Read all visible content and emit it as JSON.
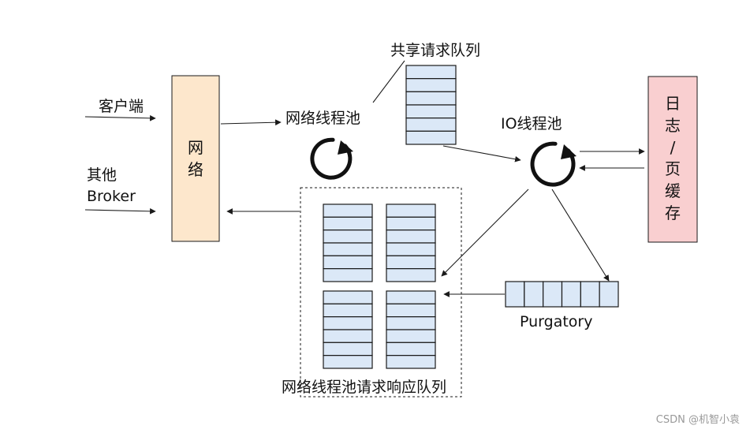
{
  "labels": {
    "client": "客户端",
    "other": "其他",
    "broker": "Broker",
    "network_block": [
      "网",
      "络"
    ],
    "shared_queue": "共享请求队列",
    "net_thread_pool": "网络线程池",
    "io_thread_pool": "IO线程池",
    "log_cache": [
      "日",
      "志",
      "/",
      "页",
      "缓",
      "存"
    ],
    "purgatory": "Purgatory",
    "response_queue": "网络线程池请求响应队列"
  },
  "watermark": "CSDN @机智小袁",
  "colors": {
    "network_fill": "#fde7cc",
    "cache_fill": "#f9cfd0",
    "queue_fill": "#dbe8f7",
    "stroke": "#1a1a1a"
  },
  "icons": {
    "thread_pool": "circular-arrow-icon"
  }
}
